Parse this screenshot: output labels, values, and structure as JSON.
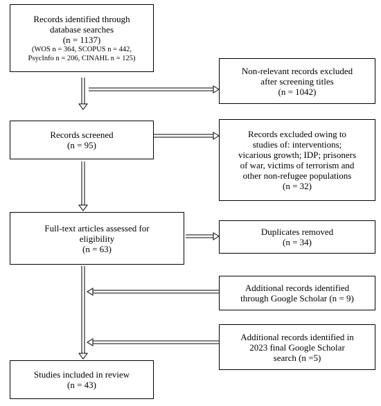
{
  "boxes": {
    "identified": {
      "line1": "Records identified through",
      "line2": "database searches",
      "line3": "(n = 1137)",
      "line4": "(WOS n = 364, SCOPUS n = 442,",
      "line5": "PsycInfo n = 206, CINAHL n = 125)"
    },
    "nonrelevant": {
      "line1": "Non-relevant records excluded",
      "line2": "after screening titles",
      "line3": "(n = 1042)"
    },
    "screened": {
      "line1": "Records screened",
      "line2": "(n = 95)"
    },
    "excluded": {
      "line1": "Records excluded owing to",
      "line2": "studies of: interventions;",
      "line3": "vicarious growth; IDP; prisoners",
      "line4": "of war, victims of terrorism and",
      "line5": "other non-refugee populations",
      "line6": "(n = 32)"
    },
    "fulltext": {
      "line1": "Full-text articles assessed for",
      "line2": "eligibility",
      "line3": "(n = 63)"
    },
    "duplicates": {
      "line1": "Duplicates removed",
      "line2": "(n = 34)"
    },
    "scholar": {
      "line1": "Additional records identified",
      "line2": "through Google Scholar (n = 9)"
    },
    "scholar2023": {
      "line1": "Additional records identified in",
      "line2": "2023 final Google Scholar",
      "line3": "search (n =5)"
    },
    "included": {
      "line1": "Studies included in review",
      "line2": "(n = 43)"
    }
  }
}
